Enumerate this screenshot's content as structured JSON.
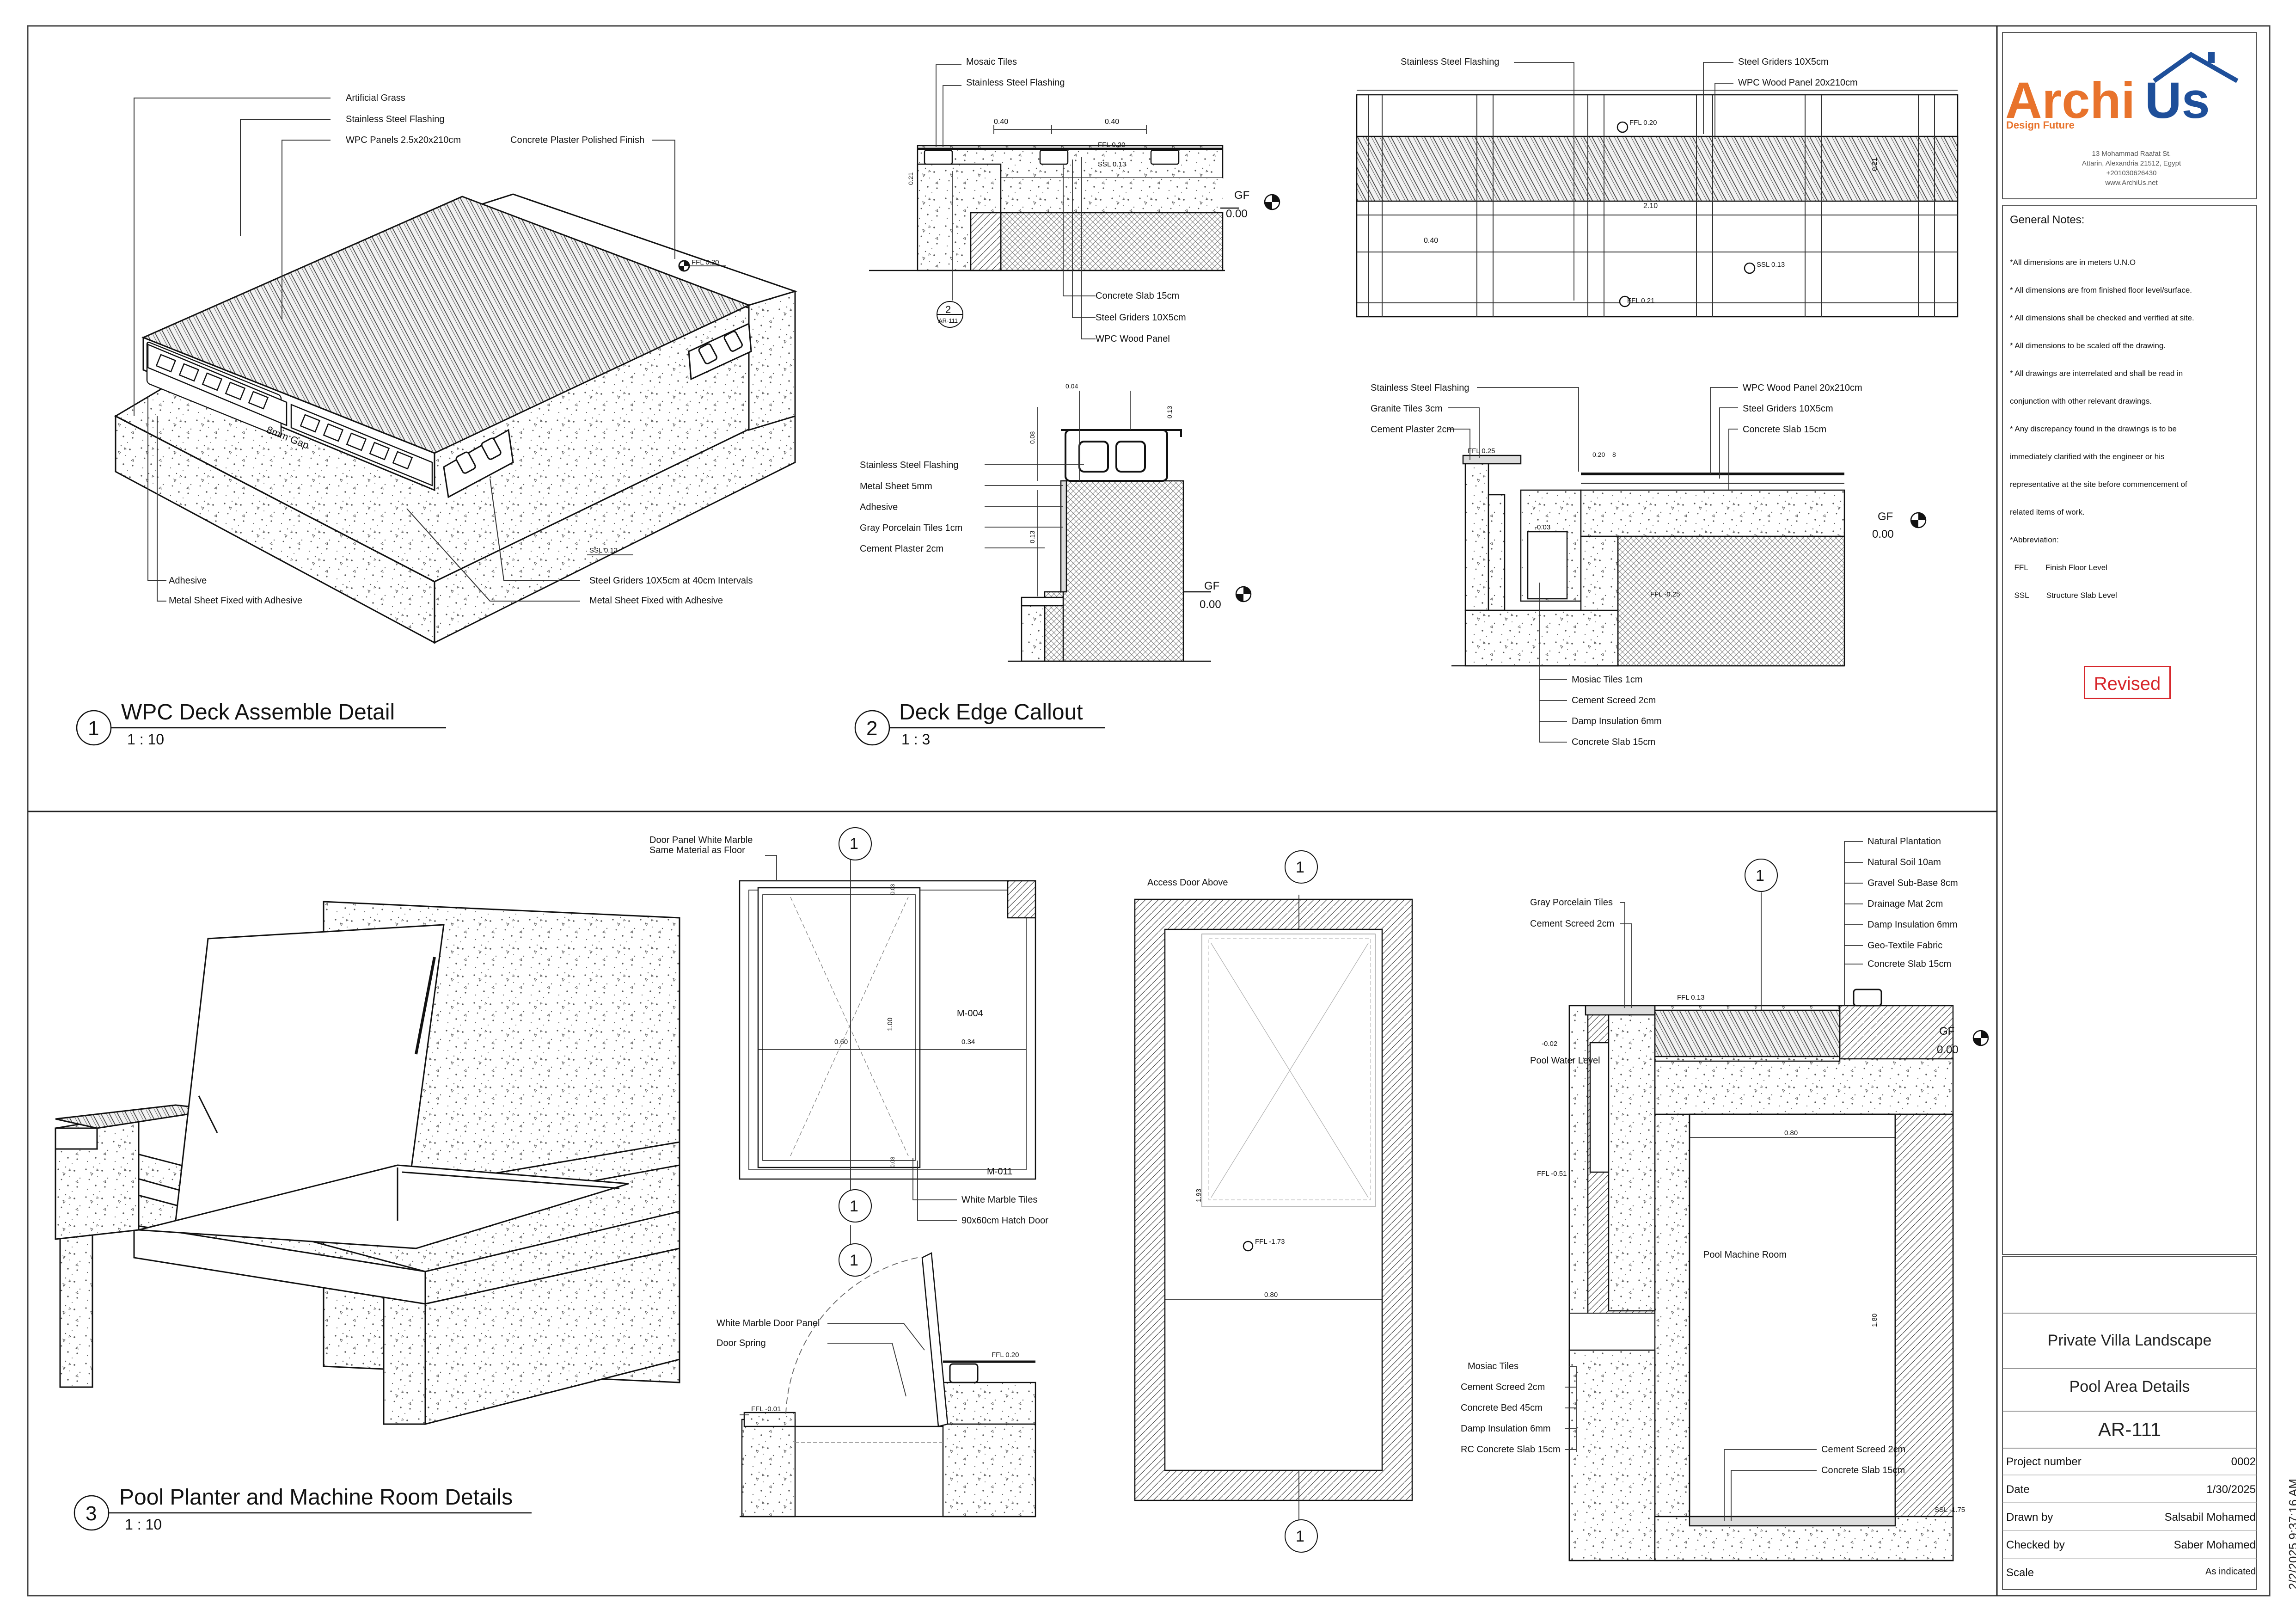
{
  "firm": {
    "logo_text_a": "Archi",
    "logo_text_b": "Us",
    "tagline": "Design Future",
    "address_lines": [
      "13 Mohammad Raafat St.",
      "Attarin, Alexandria 21512, Egypt",
      "+201030626430",
      "www.ArchiUs.net"
    ],
    "colors": {
      "orange": "#e8732c",
      "blue": "#1e4f9a"
    }
  },
  "general_notes": {
    "heading": "General Notes:",
    "lines": [
      "*All dimensions are in meters U.N.O",
      "* All dimensions are from finished floor level/surface.",
      "* All dimensions shall be checked and verified at site.",
      "* All dimensions to be scaled off the drawing.",
      "* All drawings are interrelated and shall be read in",
      "conjunction with other relevant drawings.",
      "* Any discrepancy found in the drawings is to be",
      "immediately clarified with the engineer or his",
      "representative at the site before commencement of",
      "related items of work.",
      "*Abbreviation:",
      "  FFL        Finish Floor Level",
      "  SSL        Structure Slab Level"
    ]
  },
  "revision_stamp": "Revised",
  "title_block": {
    "project": "Private Villa Landscape",
    "sheet_title": "Pool Area Details",
    "sheet_number": "AR-111",
    "rows": [
      {
        "label": "Project number",
        "value": "0002"
      },
      {
        "label": "Date",
        "value": "1/30/2025"
      },
      {
        "label": "Drawn by",
        "value": "Salsabil Mohamed"
      },
      {
        "label": "Checked by",
        "value": "Saber Mohamed"
      },
      {
        "label": "Scale",
        "value": "As indicated"
      }
    ],
    "print_stamp": "2/2/2025 9:37:16 AM"
  },
  "views": [
    {
      "num": "1",
      "title": "WPC Deck Assemble Detail",
      "scale": "1 : 10"
    },
    {
      "num": "2",
      "title": "Deck Edge Callout",
      "scale": "1 : 3"
    },
    {
      "num": "3",
      "title": "Pool Planter and Machine Room Details",
      "scale": "1 : 10"
    }
  ],
  "labels": {
    "v1": [
      "Artificial Grass",
      "Stainless Steel Flashing",
      "WPC Panels 2.5x20x210cm",
      "Concrete Plaster Polished Finish",
      "Adhesive",
      "Metal Sheet Fixed with Adhesive",
      "Steel Griders 10X5cm at 40cm Intervals",
      "Metal Sheet Fixed with Adhesive",
      "8mm Gap",
      "FFL 0.20",
      "SSL 0.13"
    ],
    "v2a": [
      "Mosaic Tiles",
      "Stainless Steel Flashing",
      "Concrete Slab 15cm",
      "Steel Griders 10X5cm",
      "WPC Wood Panel",
      "0.40",
      "0.40",
      "FFL 0.20",
      "SSL 0.13",
      "GF",
      "0.00",
      "2",
      "AR-111",
      "0.21"
    ],
    "v2b": [
      "Stainless Steel Flashing",
      "Steel Griders 10X5cm",
      "WPC Wood Panel 20x210cm",
      "FFL 0.20",
      "2.10",
      "0.40",
      "SSL 0.13",
      "FFL 0.21",
      "0.21"
    ],
    "v2c": [
      "Stainless Steel Flashing",
      "Metal Sheet 5mm",
      "Adhesive",
      "Gray Porcelain Tiles 1cm",
      "Cement Plaster 2cm",
      "0.04",
      "0.08",
      "0.13",
      "0.13",
      "GF",
      "0.00"
    ],
    "v2d": [
      "Stainless Steel Flashing",
      "Granite Tiles 3cm",
      "Cement Plaster 2cm",
      "WPC Wood Panel 20x210cm",
      "Steel Griders 10X5cm",
      "Concrete Slab 15cm",
      "Mosiac Tiles 1cm",
      "Cement Screed 2cm",
      "Damp Insulation 6mm",
      "Concrete Slab 15cm",
      "FFL 0.25",
      "-0.03",
      "FFL -0.25",
      "GF",
      "0.00",
      "0.20",
      "8"
    ],
    "v3a": [
      "Door Panel White Marble",
      "Same Material as Floor",
      "White Marble Tiles",
      "90x60cm Hatch Door",
      "M-004",
      "M-011",
      "0.60",
      "0.34",
      "1.00",
      "1",
      "0.03",
      "0.03"
    ],
    "v3b": [
      "White Marble Door Panel",
      "Door Spring",
      "FFL 0.20",
      "FFL -0.01",
      "1"
    ],
    "v3c": [
      "Access Door Above",
      "FFL -1.73",
      "0.80",
      "1.93",
      "1"
    ],
    "v3d": [
      "Gray Porcelain Tiles",
      "Cement Screed 2cm",
      "Natural Plantation",
      "Natural Soil 10am",
      "Gravel Sub-Base 8cm",
      "Drainage Mat 2cm",
      "Damp Insulation 6mm",
      "Geo-Textile Fabric",
      "Concrete Slab 15cm",
      "FFL 0.13",
      "-0.02",
      "Pool Water Level",
      "FFL -0.51",
      "Pool Machine Room",
      "Mosiac Tiles",
      "Cement Screed 2cm",
      "Concrete Bed 45cm",
      "Damp Insulation 6mm",
      "RC Concrete Slab 15cm",
      "Cement Screed 2cm",
      "Concrete Slab 15cm",
      "SSL -1.75",
      "0.80",
      "1.80",
      "GF",
      "0.00",
      "1"
    ]
  }
}
